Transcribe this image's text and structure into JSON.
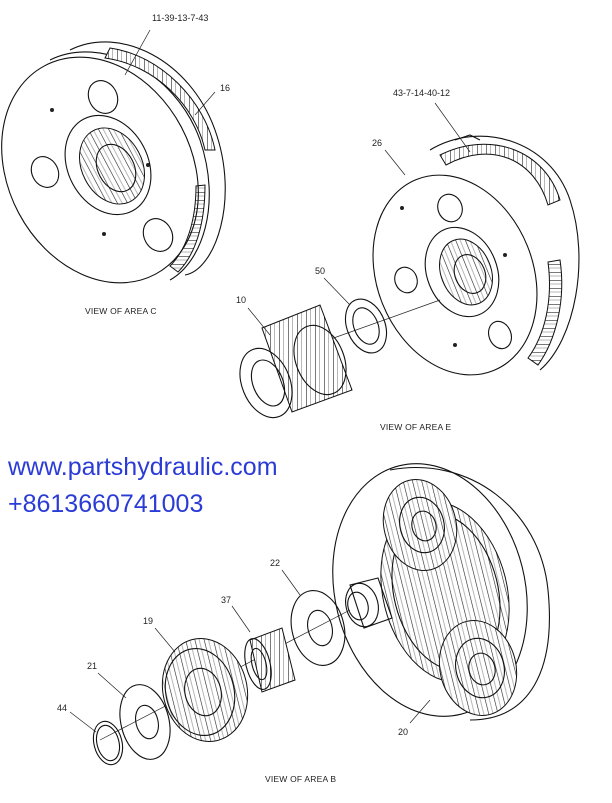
{
  "watermark": {
    "website": "www.partshydraulic.com",
    "phone": "+8613660741003",
    "color": "#2a3bd6"
  },
  "views": {
    "c": "VIEW OF AREA  C",
    "e": "VIEW OF AREA  E",
    "b": "VIEW OF AREA  B"
  },
  "callouts": {
    "part_11_39_13_7_43": "11-39-13-7-43",
    "part_16": "16",
    "part_43_7_14_40_12": "43-7-14-40-12",
    "part_26": "26",
    "part_50": "50",
    "part_10": "10",
    "part_22": "22",
    "part_37": "37",
    "part_19": "19",
    "part_21": "21",
    "part_44": "44",
    "part_20": "20"
  }
}
